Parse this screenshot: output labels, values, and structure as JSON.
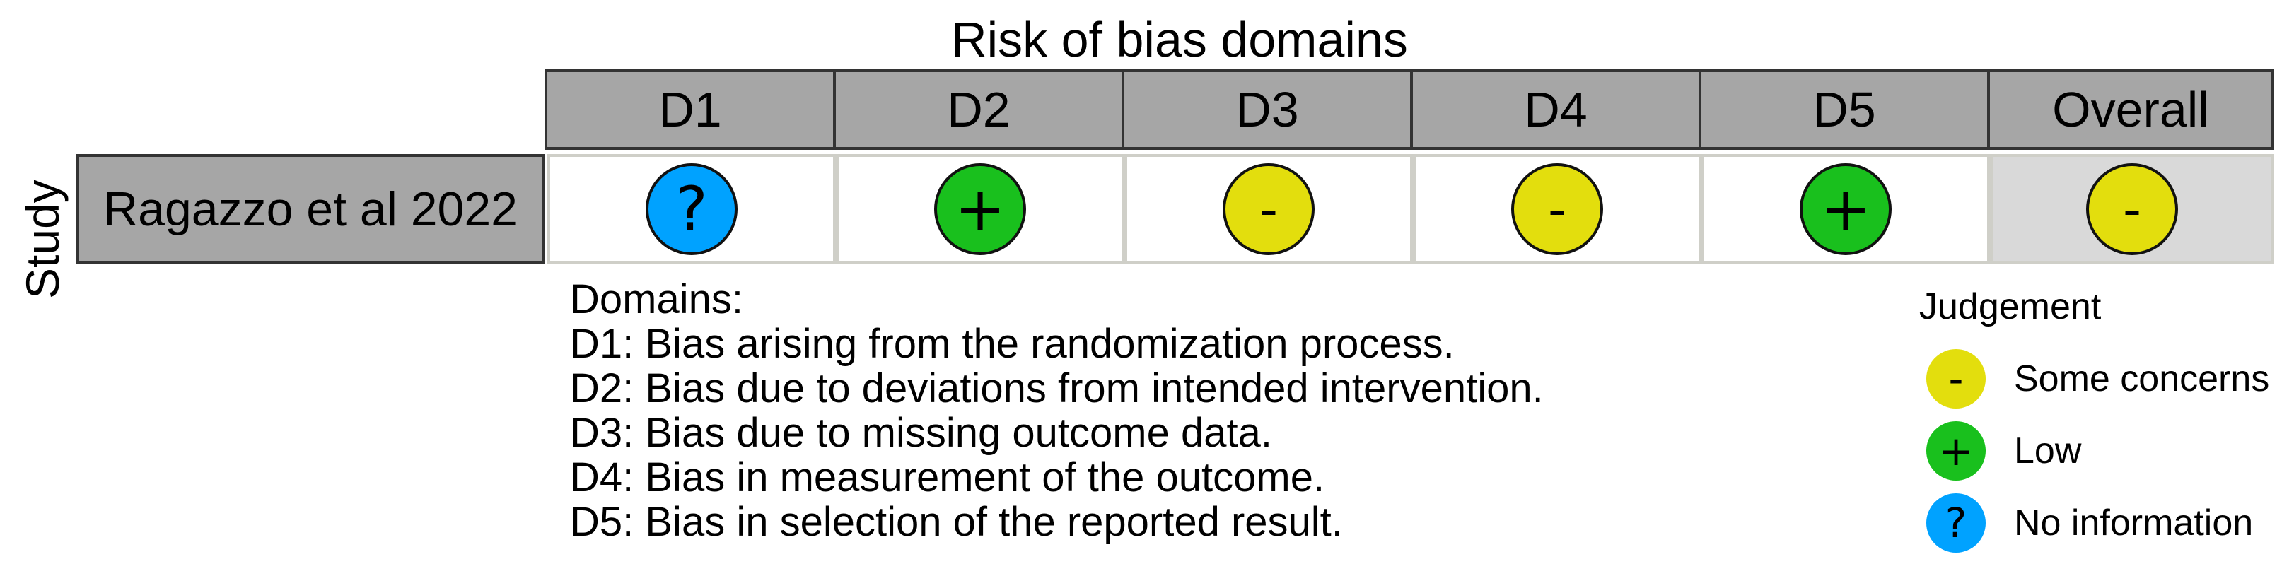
{
  "title": "Risk of bias domains",
  "study_axis_label": "Study",
  "columns": [
    "D1",
    "D2",
    "D3",
    "D4",
    "D5",
    "Overall"
  ],
  "study": {
    "name": "Ragazzo et al 2022",
    "judgements": [
      {
        "symbol": "?",
        "level": "No information",
        "color": "#00a2ff"
      },
      {
        "symbol": "+",
        "level": "Low",
        "color": "#19c01d"
      },
      {
        "symbol": "-",
        "level": "Some concerns",
        "color": "#e3de0d"
      },
      {
        "symbol": "-",
        "level": "Some concerns",
        "color": "#e3de0d"
      },
      {
        "symbol": "+",
        "level": "Low",
        "color": "#19c01d"
      },
      {
        "symbol": "-",
        "level": "Some concerns",
        "color": "#e3de0d"
      }
    ]
  },
  "domains": {
    "heading": "Domains:",
    "items": [
      "D1: Bias arising from the randomization process.",
      "D2: Bias due to deviations from intended intervention.",
      "D3: Bias due to missing outcome data.",
      "D4: Bias in measurement of the outcome.",
      "D5: Bias in selection of the reported result."
    ]
  },
  "legend": {
    "title": "Judgement",
    "items": [
      {
        "symbol": "-",
        "label": "Some concerns",
        "color": "#e3de0d"
      },
      {
        "symbol": "+",
        "label": "Low",
        "color": "#19c01d"
      },
      {
        "symbol": "?",
        "label": "No information",
        "color": "#00a2ff"
      }
    ]
  },
  "colors": {
    "header_fill": "#a6a6a6",
    "overall_fill": "#d9d9d9",
    "cell_border": "#cfcfc8"
  }
}
